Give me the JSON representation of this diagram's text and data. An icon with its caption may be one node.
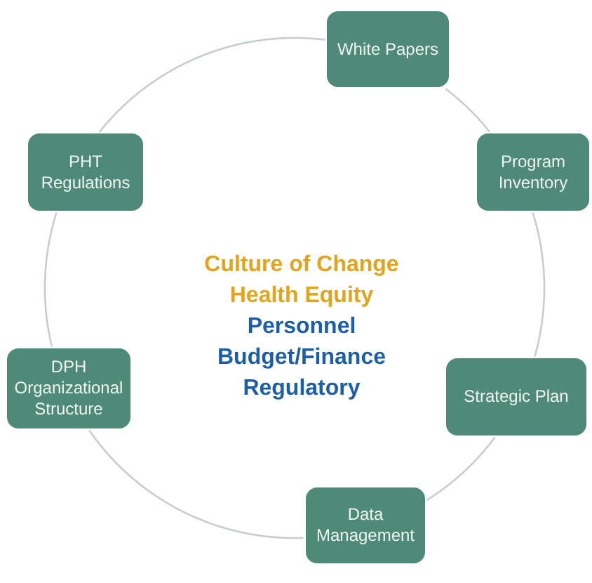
{
  "diagram": {
    "nodes": [
      {
        "text": [
          "White Papers"
        ]
      },
      {
        "text": [
          "PHT Regulations"
        ]
      },
      {
        "text": [
          "Program Inventory"
        ]
      },
      {
        "text": [
          "DPH Organizational Structure"
        ]
      },
      {
        "text": [
          "Strategic Plan"
        ]
      },
      {
        "text": [
          "Data Management"
        ]
      }
    ],
    "edges": [
      {
        "from": 0,
        "to": 2,
        "arrow": "none"
      },
      {
        "from": 2,
        "to": 4,
        "arrow": "none"
      },
      {
        "from": 4,
        "to": 5,
        "arrow": "none"
      },
      {
        "from": 5,
        "to": 3,
        "arrow": "none"
      },
      {
        "from": 3,
        "to": 1,
        "arrow": "none"
      },
      {
        "from": 1,
        "to": 0,
        "arrow": "none"
      }
    ],
    "labels": [
      "Culture of Change",
      "Health Equity",
      "Personnel",
      "Budget/Finance",
      "Regulatory"
    ]
  }
}
